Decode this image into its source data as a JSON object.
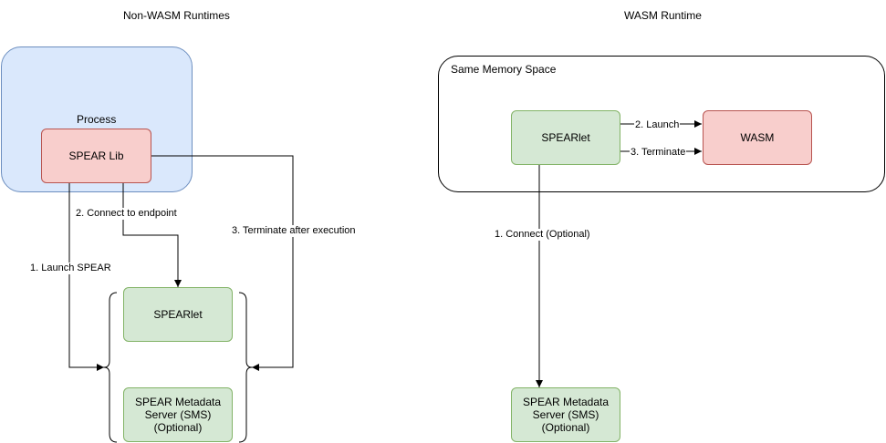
{
  "titles": {
    "left": "Non-WASM Runtimes",
    "right": "WASM Runtime"
  },
  "left": {
    "process_label": "Process",
    "spear_lib": "SPEAR Lib",
    "spearlet": "SPEARlet",
    "sms": "SPEAR Metadata Server (SMS) (Optional)",
    "edge_connect": "2. Connect to endpoint",
    "edge_launch": "1. Launch SPEAR",
    "edge_terminate": "3. Terminate after execution"
  },
  "right": {
    "memory_space_label": "Same Memory Space",
    "spearlet": "SPEARlet",
    "wasm": "WASM",
    "sms": "SPEAR Metadata Server (SMS) (Optional)",
    "edge_launch": "2. Launch",
    "edge_terminate": "3. Terminate",
    "edge_connect": "1. Connect (Optional)"
  },
  "colors": {
    "process_fill": "#dae8fc",
    "process_stroke": "#6c8ebf",
    "spear_lib_fill": "#f8cecc",
    "spear_lib_stroke": "#b85450",
    "spearlet_fill": "#d5e8d4",
    "spearlet_stroke": "#82b366"
  }
}
